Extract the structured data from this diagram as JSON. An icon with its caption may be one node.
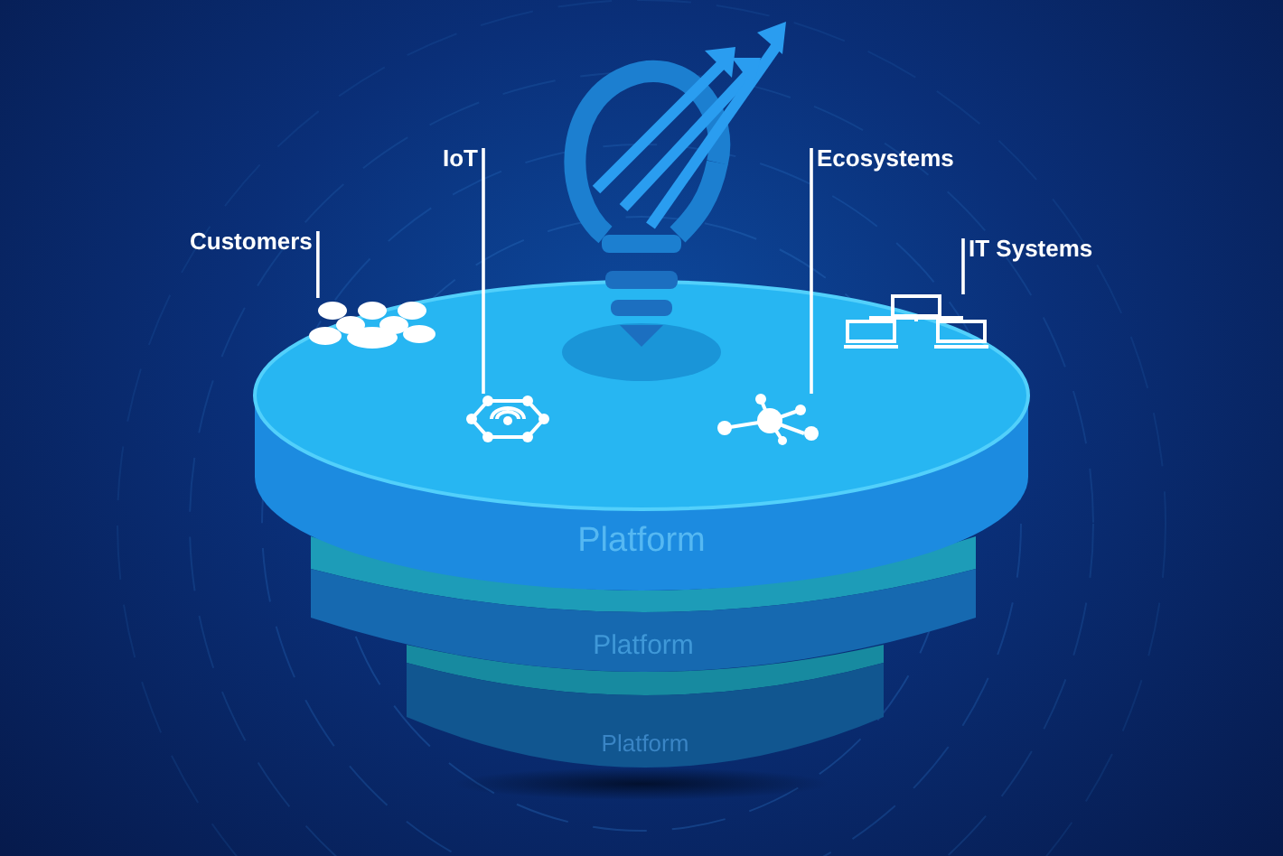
{
  "diagram": {
    "nodes": [
      {
        "text": [
          "Platform"
        ]
      },
      {
        "text": [
          "Platform"
        ]
      },
      {
        "text": [
          "Platform"
        ]
      },
      {
        "text": [
          "Customers"
        ]
      },
      {
        "text": [
          "IoT"
        ]
      },
      {
        "text": [
          "Ecosystems"
        ]
      },
      {
        "text": [
          "IT Systems"
        ]
      },
      {
        "text": [],
        "shape": "picture",
        "in": 0
      },
      {
        "text": [],
        "shape": "picture",
        "in": 0
      },
      {
        "text": [],
        "shape": "picture",
        "in": 0
      },
      {
        "text": [],
        "shape": "picture",
        "in": 0
      }
    ],
    "edges": [
      {
        "from": 3,
        "to": 7,
        "arrow": "none"
      },
      {
        "from": 4,
        "to": 8,
        "arrow": "none"
      },
      {
        "from": 5,
        "to": 9,
        "arrow": "none"
      },
      {
        "from": 6,
        "to": 10,
        "arrow": "none"
      }
    ]
  }
}
